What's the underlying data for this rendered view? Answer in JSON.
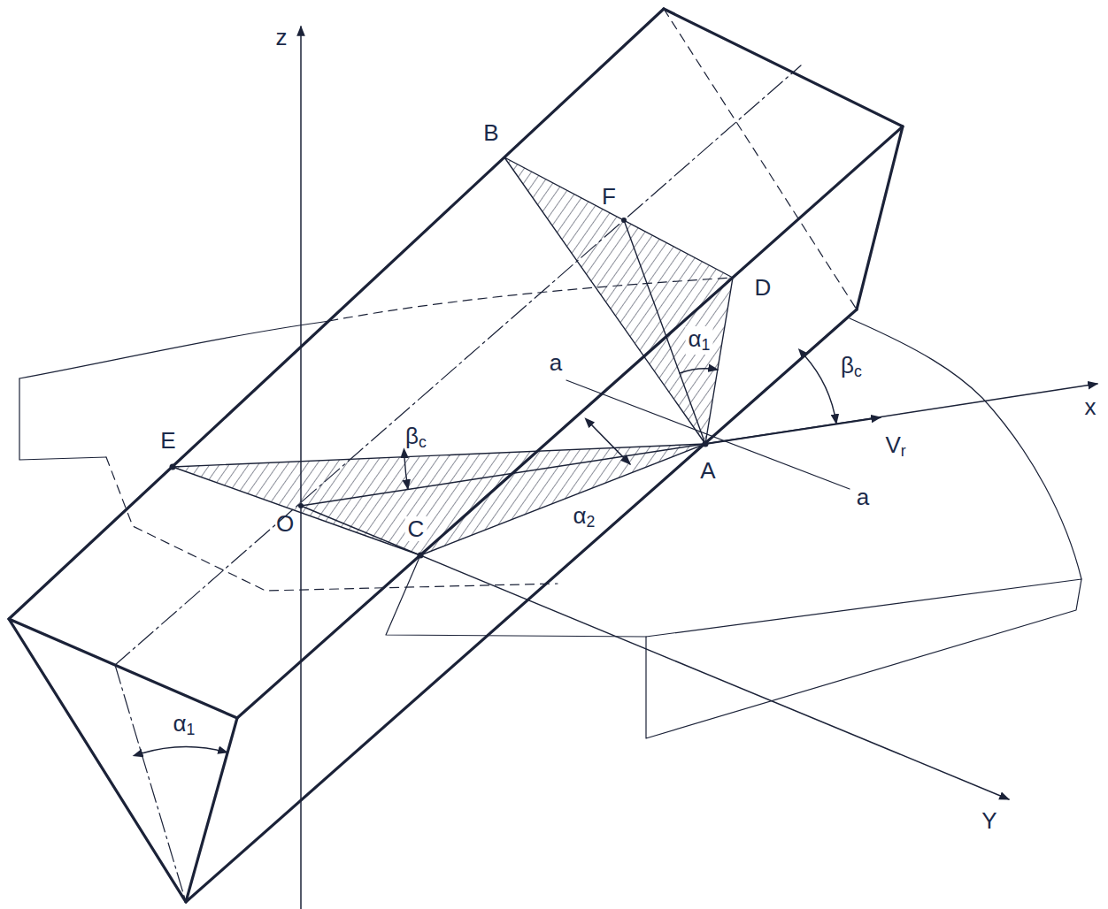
{
  "diagram": {
    "labels": [
      "z",
      "B",
      "F",
      "D",
      "α1",
      "a",
      "βc",
      "x",
      "E",
      "βc",
      "Vr",
      "A",
      "α2",
      "a",
      "O",
      "C",
      "α1",
      "Y"
    ]
  }
}
